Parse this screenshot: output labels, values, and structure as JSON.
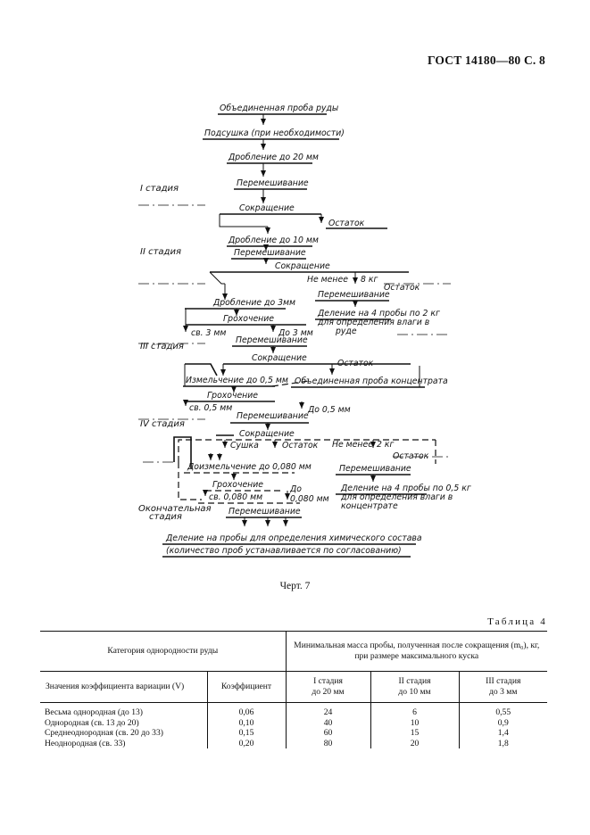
{
  "header": "ГОСТ 14180—80 С. 8",
  "scheme": {
    "main_steps": [
      "Объединенная проба руды",
      "Подсушка (при необходимости)",
      "Дробление до 20 мм",
      "Перемешивание",
      "Сокращение",
      "Дробление до 10 мм",
      "Перемешивание",
      "Сокращение",
      "Дробление до 3мм",
      "Грохочение",
      "Перемешивание",
      "Сокращение",
      "Измельчение до 0,5 мм",
      "Грохочение",
      "Перемешивание",
      "Сокращение",
      "Сушка",
      "Доизмельчение до 0,080 мм",
      "Грохочение",
      "Перемешивание",
      "Деление на пробы для определения химического состава",
      "(количество проб устанавливается по согласованию)"
    ],
    "stages": [
      "I стадия",
      "II стадия",
      "III стадия",
      "IV стадия",
      "Окончательная",
      "стадия"
    ],
    "side_labels": {
      "remainder": "Остаток",
      "not_less": "Не менее",
      "mass_8": "8 кг",
      "mass_2": "2 кг",
      "mixing": "Перемешивание",
      "div1_l1": "Деление на 4 пробы по 2 кг",
      "div1_l2": "для определения влаги в",
      "div1_l3": "руде",
      "combined_conc": "Объединенная проба концентрата",
      "div2_l1": "Деление на 4 пробы по 0,5 кг",
      "div2_l2": "для определения влаги в",
      "div2_l3": "концентрате",
      "over_3": "св. 3 мм",
      "under_3": "До 3 мм",
      "over_05": "св. 0,5 мм",
      "under_05": "До 0,5 мм",
      "over_008": "св. 0,080 мм",
      "under_008_1": "До",
      "under_008_2": "0,080 мм"
    }
  },
  "caption": "Черт. 7",
  "table": {
    "name": "Таблица 4",
    "head_category": "Категория однородности руды",
    "head_mass": "Минимальная масса пробы, полученная после сокращения (m₀), кг, при размере максимального куска",
    "col_variation": "Значения коэффициента вариации (V)",
    "col_coef": "Коэффициент",
    "col_stage1": [
      "I стадия",
      "до 20 мм"
    ],
    "col_stage2": [
      "II стадия",
      "до 10 мм"
    ],
    "col_stage3": [
      "III стадия",
      "до 3 мм"
    ],
    "rows": [
      [
        "Весьма однородная (до 13)",
        "0,06",
        "24",
        "6",
        "0,55"
      ],
      [
        "Однородная (св. 13 до 20)",
        "0,10",
        "40",
        "10",
        "0,9"
      ],
      [
        "Среднеоднородная (св. 20 до 33)",
        "0,15",
        "60",
        "15",
        "1,4"
      ],
      [
        "Неоднородная (св. 33)",
        "0,20",
        "80",
        "20",
        "1,8"
      ]
    ]
  }
}
